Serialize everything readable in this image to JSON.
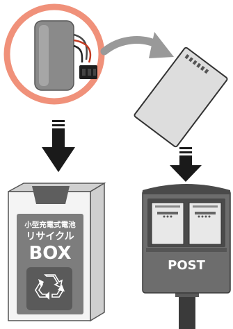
{
  "collection_box": {
    "line1": "小型充電式電池",
    "line2": "リサイクル",
    "line3": "BOX"
  },
  "mailbox": {
    "label": "POST"
  },
  "icons": {
    "battery": "rechargeable-battery-pack-icon",
    "recycle": "recycle-icon",
    "envelope": "envelope-icon",
    "arrow_curved": "curved-arrow-icon",
    "arrow_down": "down-arrow-icon"
  },
  "colors": {
    "highlight_ring": "#f0917a",
    "box_gray": "#7d7d7d",
    "dark_gray": "#5a5a5a",
    "arrow": "#1a1a1a"
  }
}
